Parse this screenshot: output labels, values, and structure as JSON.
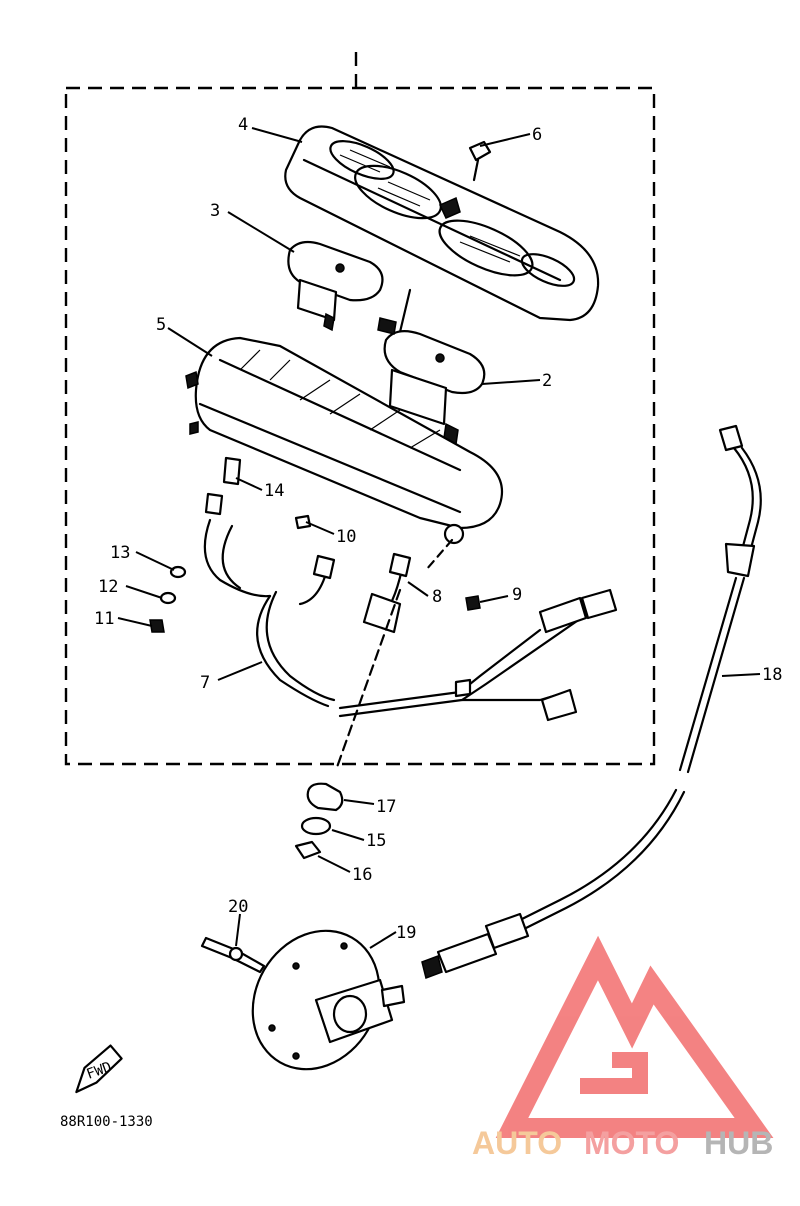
{
  "diagram": {
    "drawing_code": "88R100-1330",
    "direction_tag": "FWD",
    "callouts": [
      {
        "id": "c1",
        "label": "2"
      },
      {
        "id": "c2",
        "label": "3"
      },
      {
        "id": "c3",
        "label": "4"
      },
      {
        "id": "c4",
        "label": "5"
      },
      {
        "id": "c5",
        "label": "6"
      },
      {
        "id": "c6",
        "label": "7"
      },
      {
        "id": "c7",
        "label": "8"
      },
      {
        "id": "c8",
        "label": "9"
      },
      {
        "id": "c9",
        "label": "10"
      },
      {
        "id": "c10",
        "label": "11"
      },
      {
        "id": "c11",
        "label": "12"
      },
      {
        "id": "c12",
        "label": "13"
      },
      {
        "id": "c13",
        "label": "14"
      },
      {
        "id": "c14",
        "label": "15"
      },
      {
        "id": "c15",
        "label": "16"
      },
      {
        "id": "c16",
        "label": "17"
      },
      {
        "id": "c17",
        "label": "18"
      },
      {
        "id": "c18",
        "label": "19"
      },
      {
        "id": "c19",
        "label": "20"
      }
    ]
  },
  "watermark": {
    "word_part1": "AUTO",
    "word_part2": "MOTO",
    "word_part3": "HUB",
    "color_part1": "#f5c99a",
    "color_part2": "#f4a0a0",
    "color_part3": "#b5b5b5",
    "logo_color": "#f26d6d"
  }
}
